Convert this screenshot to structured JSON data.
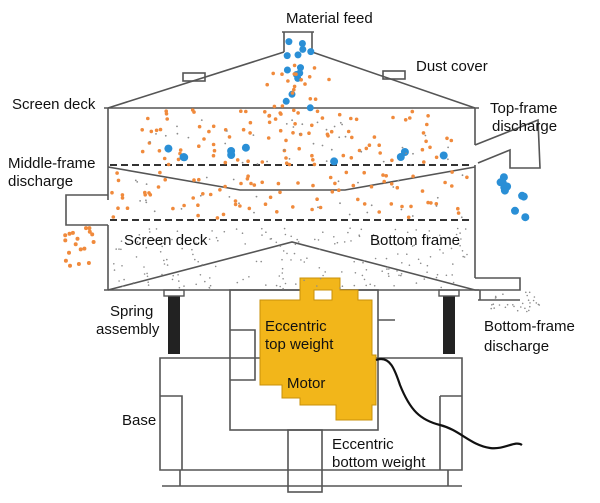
{
  "labels": {
    "material_feed": "Material feed",
    "dust_cover": "Dust cover",
    "screen_deck_top": "Screen deck",
    "top_frame_discharge_1": "Top-frame",
    "top_frame_discharge_2": "discharge",
    "middle_frame_discharge_1": "Middle-frame",
    "middle_frame_discharge_2": "discharge",
    "screen_deck_lower": "Screen deck",
    "bottom_frame": "Bottom frame",
    "spring_assembly_1": "Spring",
    "spring_assembly_2": "assembly",
    "eccentric_top_weight_1": "Eccentric",
    "eccentric_top_weight_2": "top weight",
    "motor": "Motor",
    "bottom_frame_discharge_1": "Bottom-frame",
    "bottom_frame_discharge_2": "discharge",
    "base": "Base",
    "eccentric_bottom_weight_1": "Eccentric",
    "eccentric_bottom_weight_2": "bottom weight"
  },
  "colors": {
    "large_particle": "#2a8fd6",
    "medium_particle": "#f08a3c",
    "fine_particle": "#8c8c8c",
    "motor_body": "#f2b61a",
    "outline": "#555555",
    "spring": "#222222"
  }
}
